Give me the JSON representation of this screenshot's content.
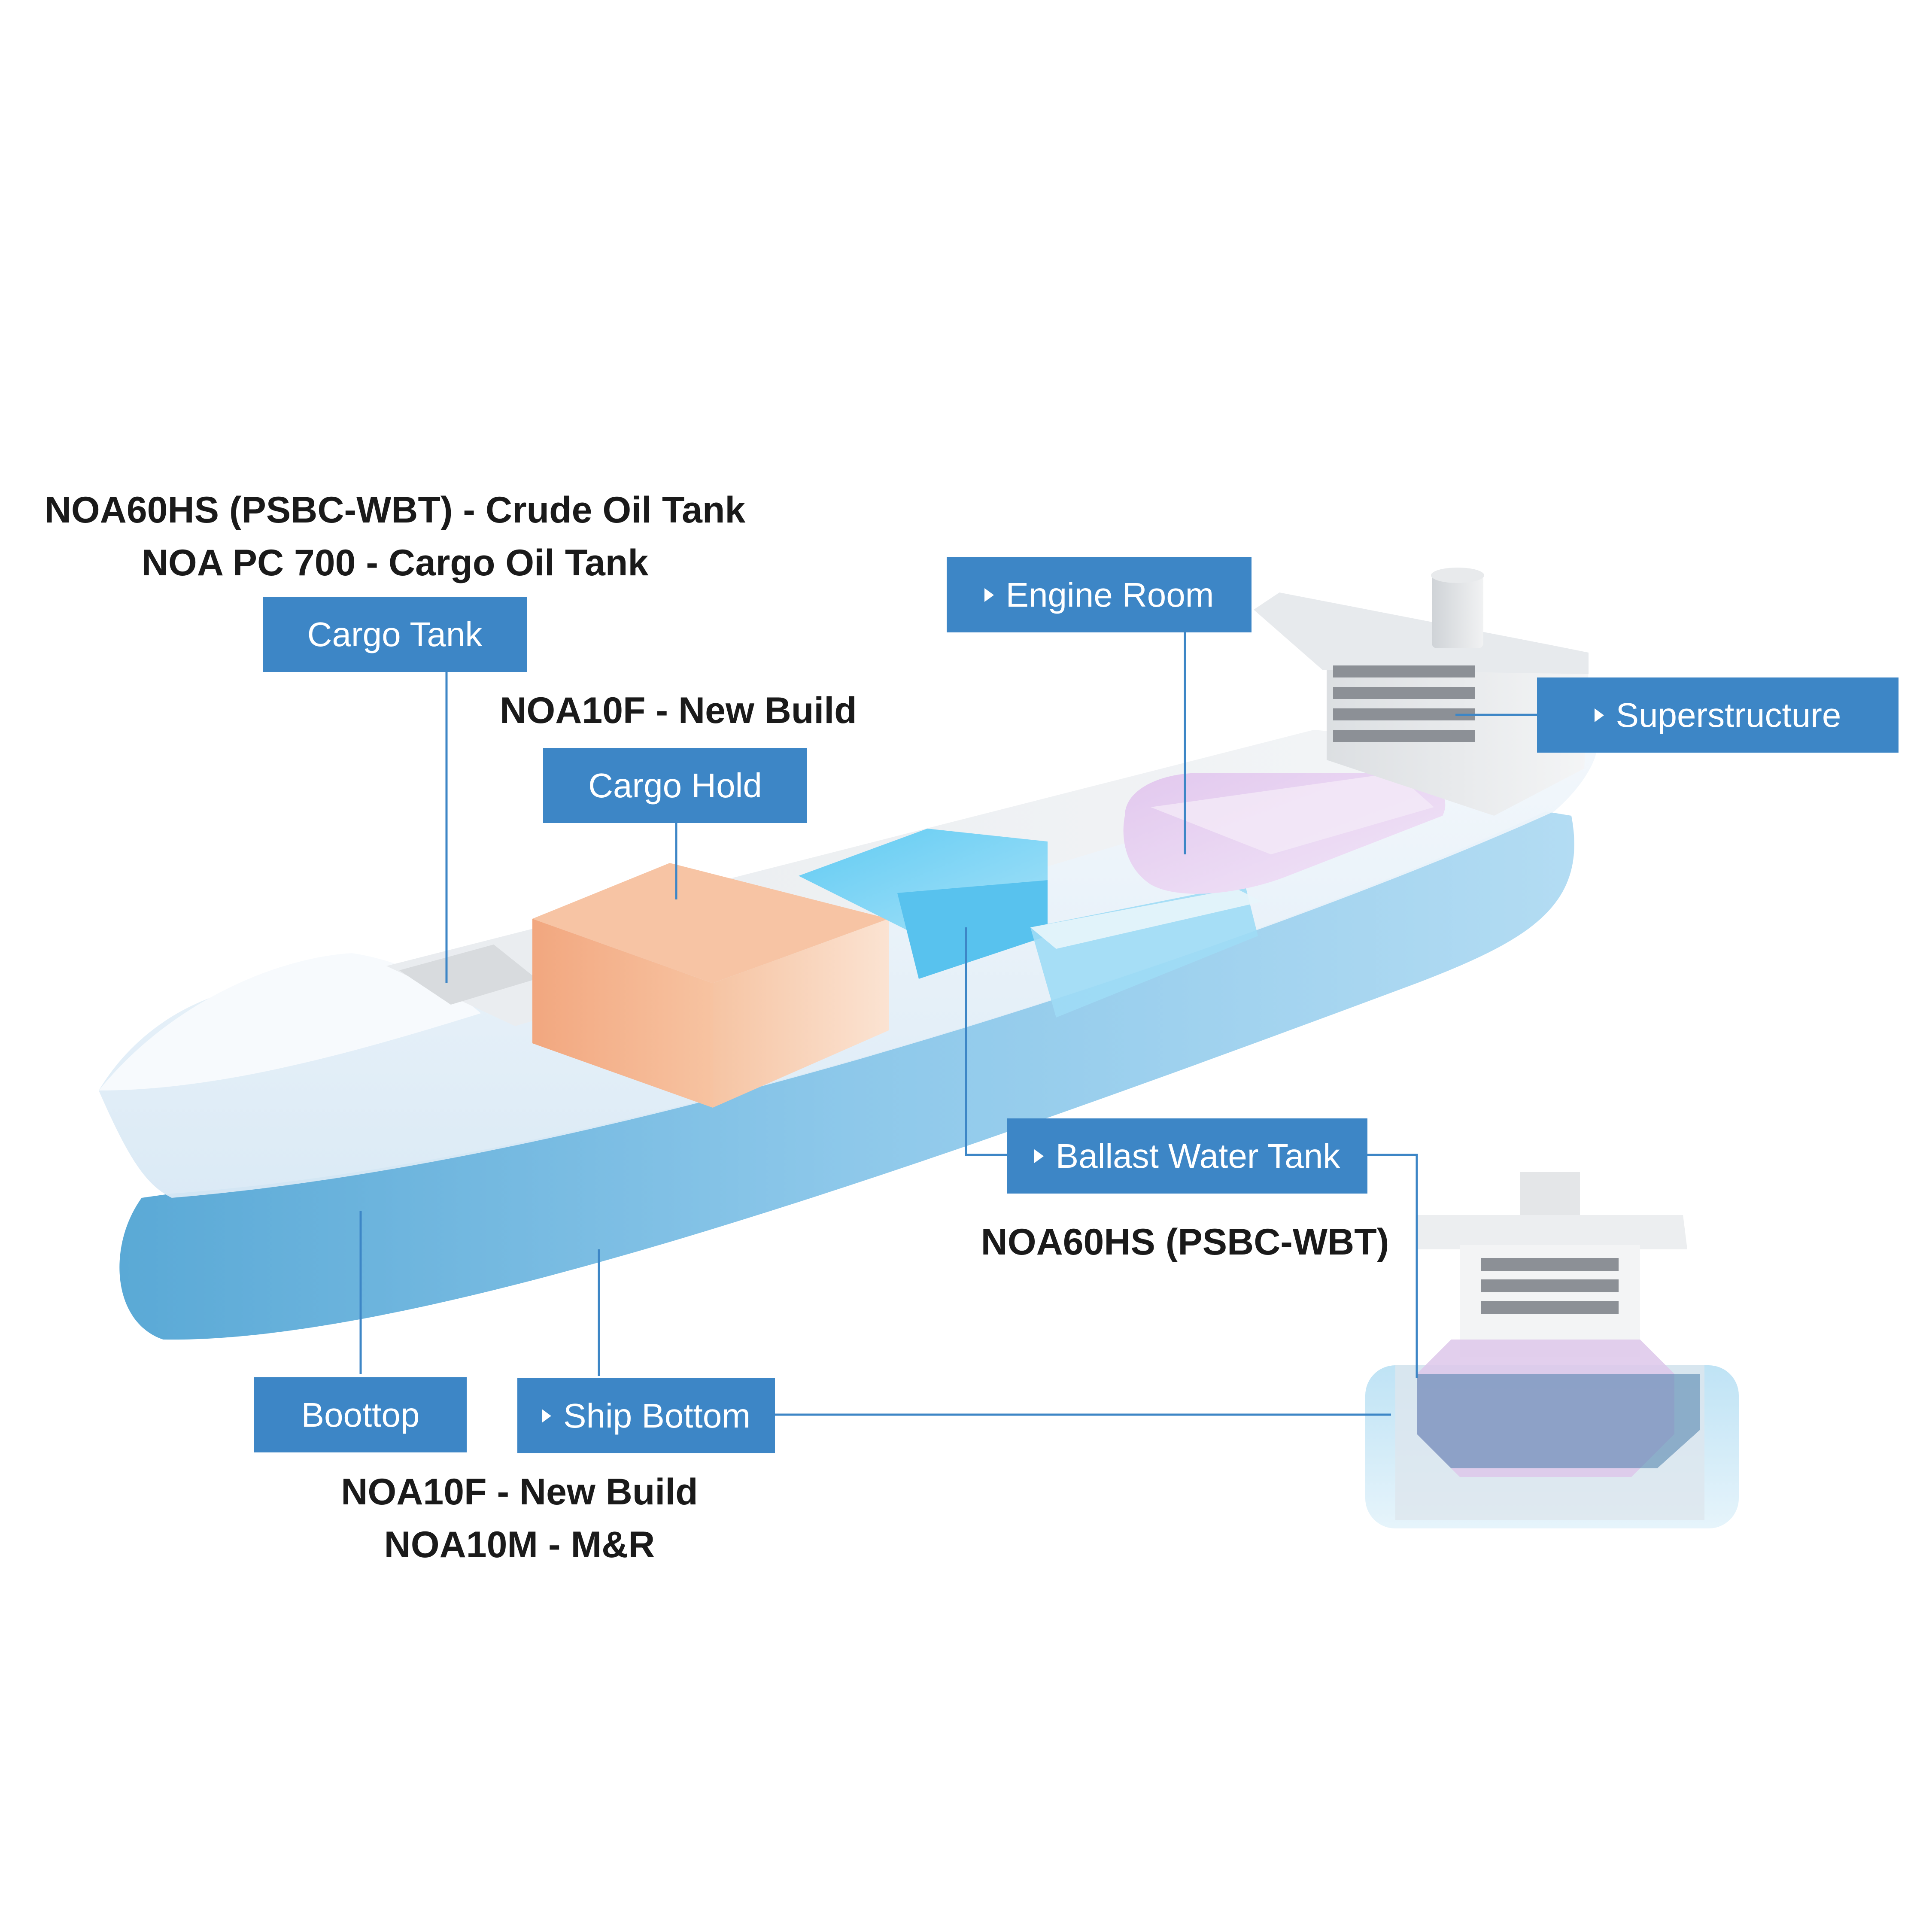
{
  "colors": {
    "label_bg": "#3d86c6",
    "label_text": "#ffffff",
    "connector": "#3d86c6",
    "product_text": "#1a1a1a",
    "hull_water": "#7fbfe6",
    "cargo_hold": "#f4a67a",
    "ballast": "#5cc4ef",
    "engine": "#d9b8e6"
  },
  "products": {
    "cargo_tank_line1": "NOA60HS (PSBC-WBT) - Crude Oil Tank",
    "cargo_tank_line2": "NOA PC 700 - Cargo Oil Tank",
    "cargo_hold": "NOA10F - New Build",
    "ballast": "NOA60HS (PSBC-WBT)",
    "bottom_line1": "NOA10F - New Build",
    "bottom_line2": "NOA10M - M&R"
  },
  "labels": {
    "cargo_tank": "Cargo Tank",
    "cargo_hold": "Cargo Hold",
    "engine_room": "Engine Room",
    "superstructure": "Superstructure",
    "ballast_water_tank": "Ballast Water Tank",
    "boottop": "Boottop",
    "ship_bottom": "Ship Bottom"
  },
  "icons": {
    "label_arrow": "caret-right-icon"
  }
}
